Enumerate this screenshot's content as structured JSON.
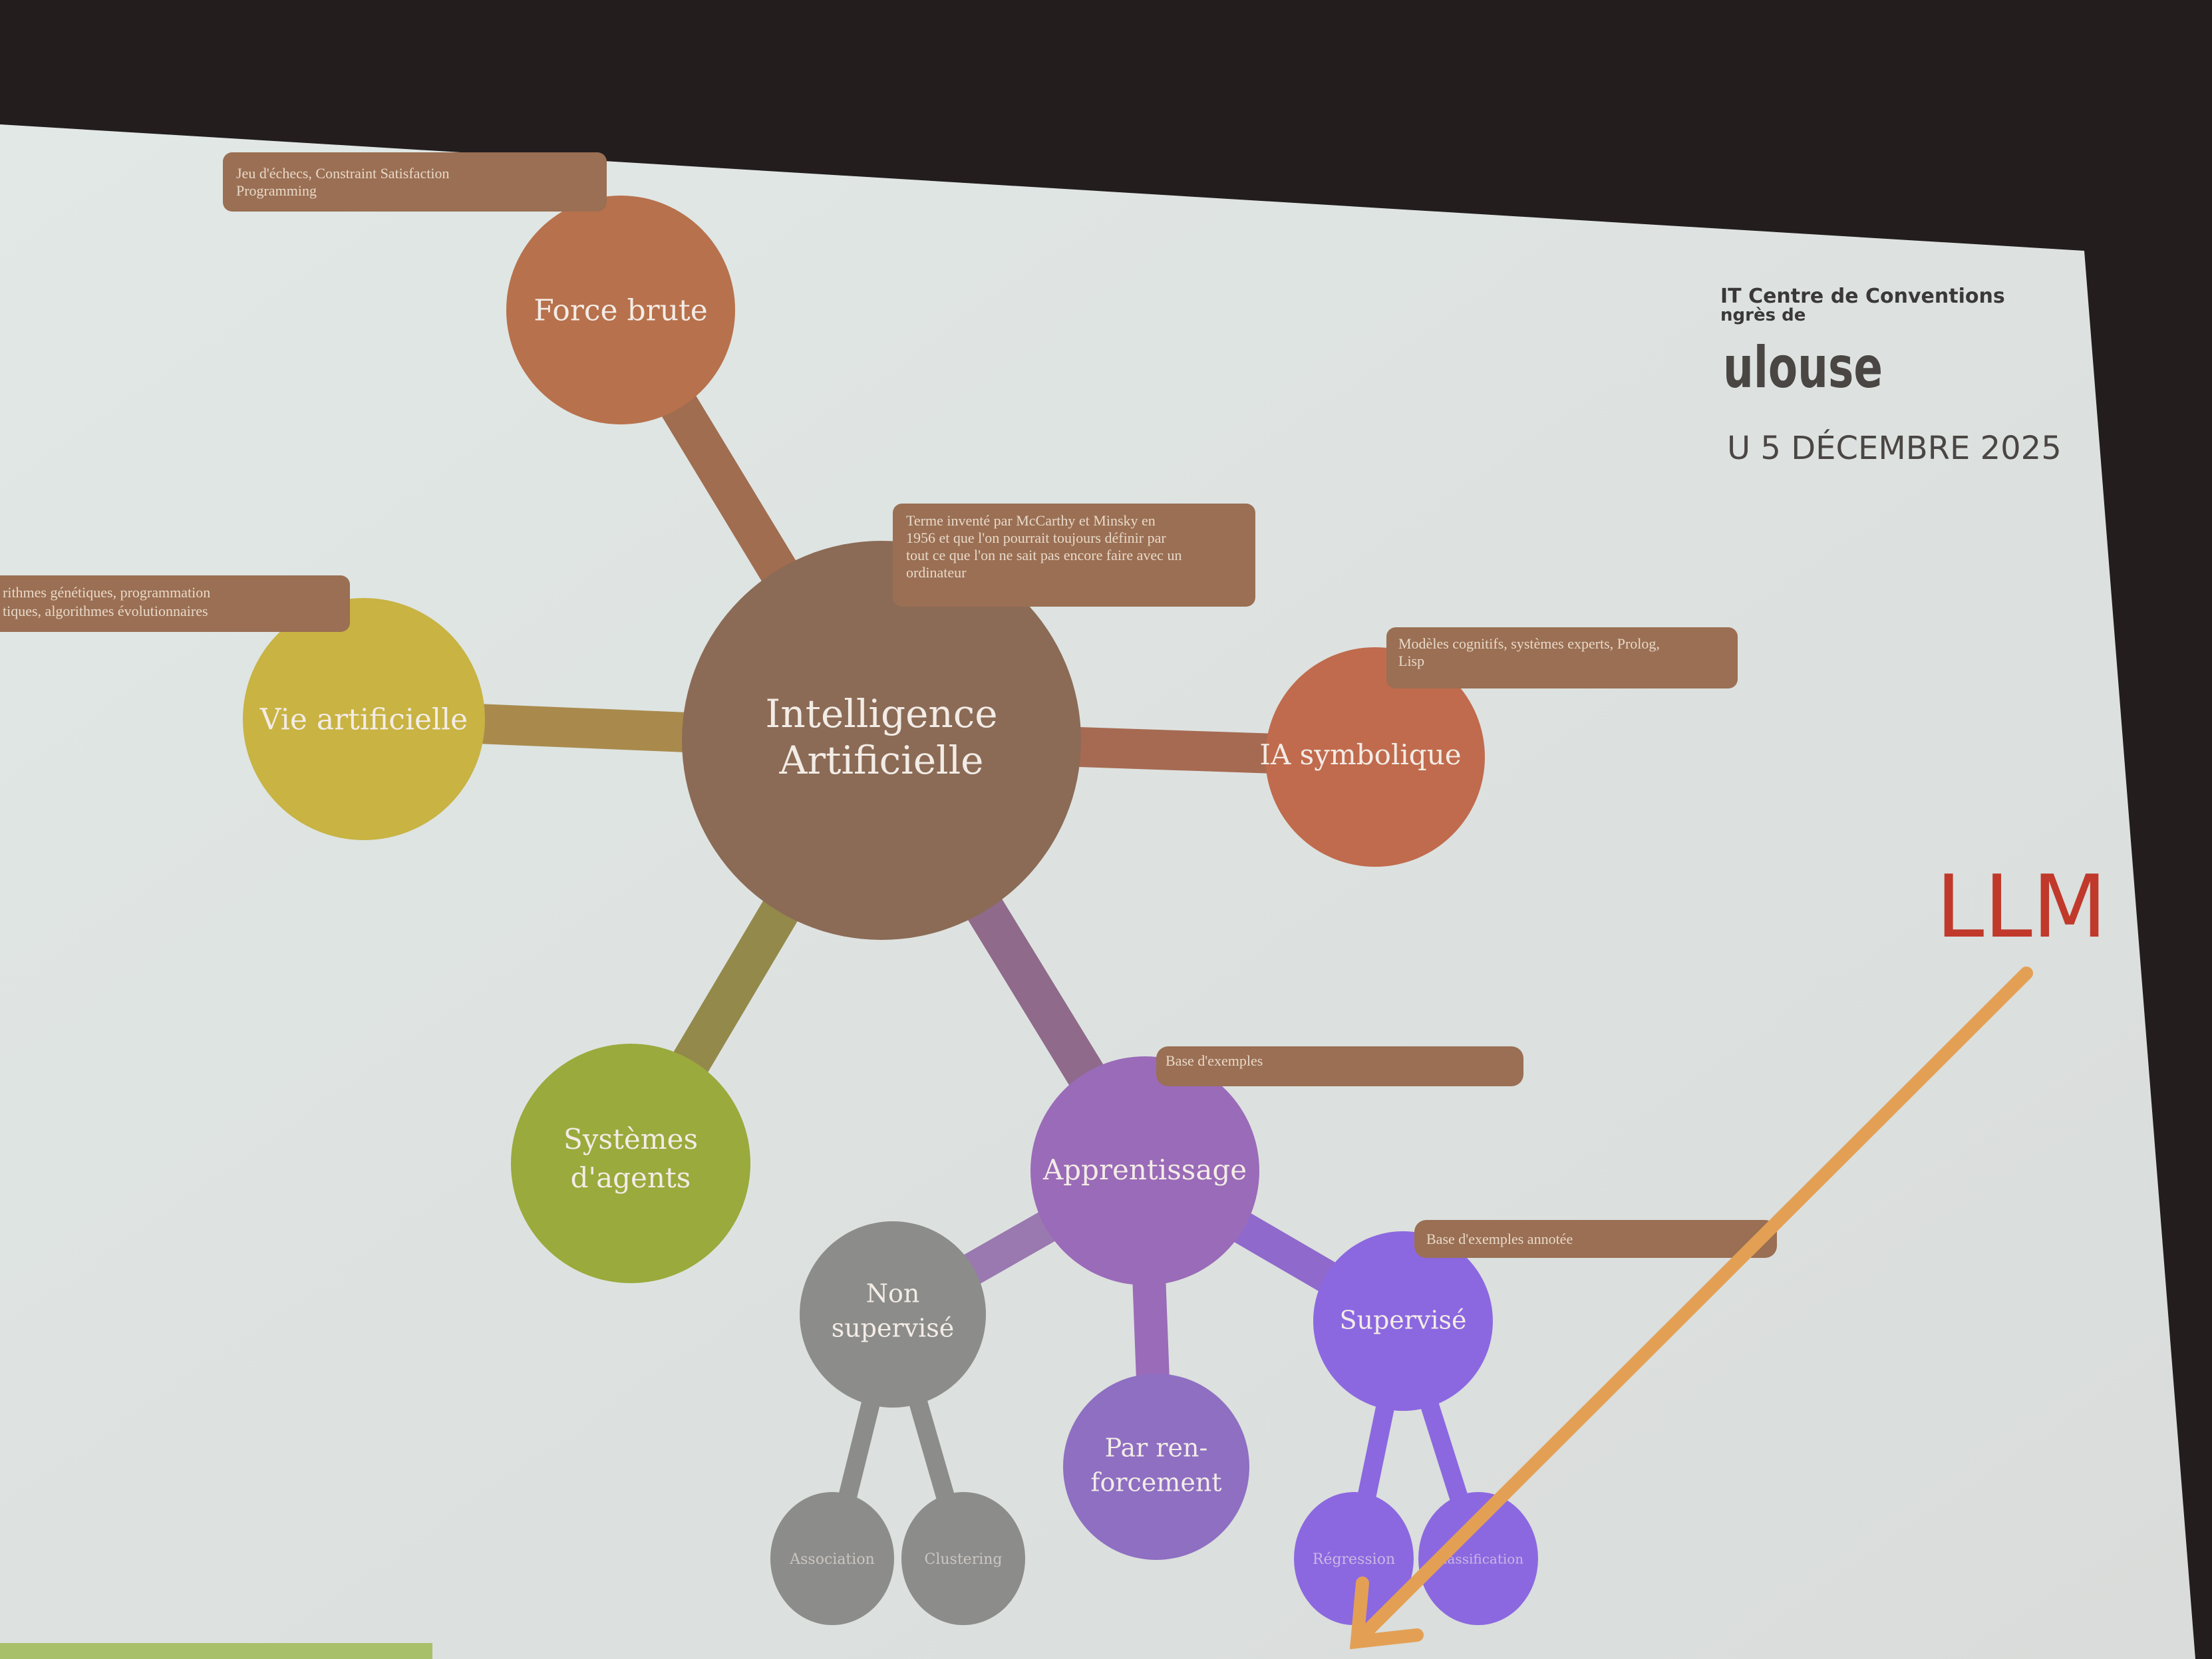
{
  "header": {
    "line1": "IT Centre de Conventions",
    "line2": "ngrès de",
    "city": "ulouse",
    "date": "U 5 DÉCEMBRE 2025"
  },
  "annotation": {
    "llm_label": "LLM",
    "color": "#c0392b",
    "arrow_color": "#e3a055"
  },
  "mindmap": {
    "center": {
      "line1": "Intelligence",
      "line2": "Artificielle",
      "color": "#8b6b56",
      "tooltip": [
        "Terme inventé par McCarthy et Minsky en",
        "1956 et que l'on pourrait toujours définir par",
        "tout ce que l'on ne sait pas encore faire avec un",
        "ordinateur"
      ]
    },
    "force_brute": {
      "label": "Force brute",
      "color": "#b7714c",
      "tooltip": [
        "Jeu d'échecs, Constraint Satisfaction",
        "Programming"
      ]
    },
    "vie_artificielle": {
      "label": "Vie artificielle",
      "color": "#c8b343",
      "tooltip": [
        "rithmes génétiques, programmation",
        "tiques, algorithmes évolutionnaires"
      ]
    },
    "ia_symbolique": {
      "label": "IA symbolique",
      "color": "#c06b4d",
      "tooltip": [
        "Modèles cognitifs, systèmes experts, Prolog,",
        "Lisp"
      ]
    },
    "systemes_agents": {
      "line1": "Systèmes",
      "line2": "d'agents",
      "color": "#9aaa3c"
    },
    "apprentissage": {
      "label": "Apprentissage",
      "color": "#9a6bb8",
      "tooltip": [
        "Base d'exemples"
      ]
    },
    "non_supervise": {
      "line1": "Non",
      "line2": "supervisé",
      "color": "#8c8c8a"
    },
    "par_renforcement": {
      "line1": "Par ren-",
      "line2": "forcement",
      "color": "#8e6fc2"
    },
    "supervise": {
      "label": "Supervisé",
      "color": "#8b68e0",
      "tooltip": [
        "Base d'exemples annotée"
      ]
    },
    "association": {
      "label": "Association"
    },
    "clustering": {
      "label": "Clustering"
    },
    "regression": {
      "label": "Régression"
    },
    "classification": {
      "label": "Classification"
    },
    "tooltip_color": "#9a6f53"
  }
}
